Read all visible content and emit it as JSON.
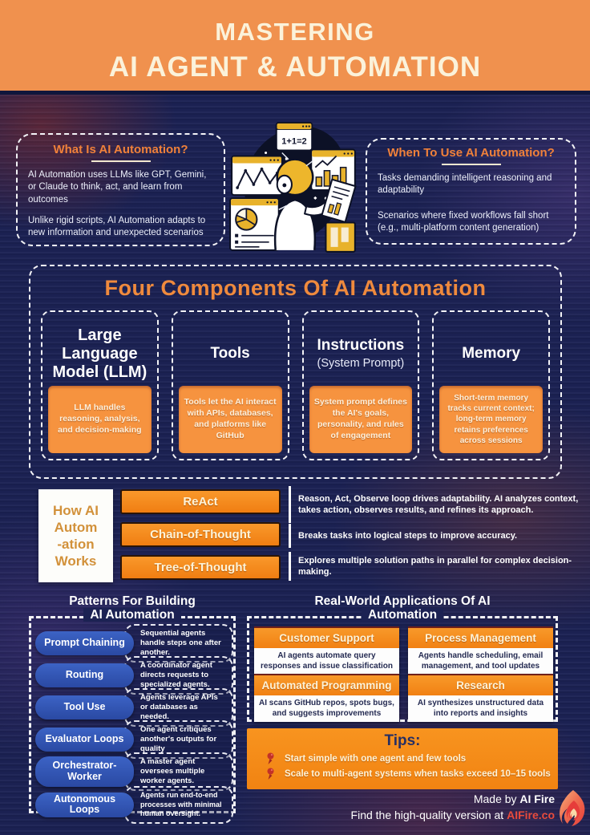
{
  "header": {
    "line1": "MASTERING",
    "line2": "AI AGENT & AUTOMATION"
  },
  "intro": {
    "what": {
      "title": "What Is AI Automation?",
      "p1": "AI Automation uses LLMs like GPT, Gemini, or Claude to think, act, and learn from outcomes",
      "p2": "Unlike rigid scripts, AI Automation adapts to new information and unexpected scenarios"
    },
    "when": {
      "title": "When To Use AI Automation?",
      "p1": "Tasks demanding intelligent reasoning and adaptability",
      "p2": "Scenarios where fixed workflows fall short (e.g., multi-platform content generation)"
    },
    "equation": "1+1=2"
  },
  "components": {
    "title": "Four Components Of AI Automation",
    "items": [
      {
        "name": "Large Language Model (LLM)",
        "subtitle": "",
        "desc": "LLM handles reasoning, analysis, and decision-making"
      },
      {
        "name": "Tools",
        "subtitle": "",
        "desc": "Tools let the AI interact with APIs, databases, and platforms like GitHub"
      },
      {
        "name": "Instructions",
        "subtitle": "(System Prompt)",
        "desc": "System prompt defines the AI's goals, personality, and rules of engagement"
      },
      {
        "name": "Memory",
        "subtitle": "",
        "desc": "Short-term memory tracks current context; long-term memory retains preferences across sessions"
      }
    ]
  },
  "how": {
    "label_lines": [
      "How AI",
      "Autom",
      "-ation",
      "Works"
    ],
    "rows": [
      {
        "method": "ReAct",
        "desc": "Reason, Act, Observe loop drives adaptability. AI analyzes context, takes action, observes results, and refines its approach."
      },
      {
        "method": "Chain-of-Thought",
        "desc": "Breaks tasks into logical steps to improve accuracy."
      },
      {
        "method": "Tree-of-Thought",
        "desc": "Explores multiple solution paths in parallel for complex decision-making."
      }
    ]
  },
  "patterns": {
    "title_line1": "Patterns For Building",
    "title_line2": "AI Automation",
    "items": [
      {
        "name": "Prompt Chaining",
        "desc": "Sequential agents handle steps one after another."
      },
      {
        "name": "Routing",
        "desc": "A coordinator agent directs requests to specialized agents."
      },
      {
        "name": "Tool Use",
        "desc": "Agents leverage APIs or databases as needed."
      },
      {
        "name": "Evaluator Loops",
        "desc": "One agent critiques another's outputs for quality"
      },
      {
        "name": "Orchestrator-Worker",
        "desc": "A master agent oversees multiple worker agents."
      },
      {
        "name": "Autonomous Loops",
        "desc": "Agents run end-to-end processes with minimal human oversight."
      }
    ]
  },
  "applications": {
    "title_line1": "Real-World Applications Of AI",
    "title_line2": "Automation",
    "items": [
      {
        "name": "Customer Support",
        "desc": "AI agents automate query responses and issue classification"
      },
      {
        "name": "Process Management",
        "desc": "Agents handle scheduling, email management, and tool updates"
      },
      {
        "name": "Automated Programming",
        "desc": "AI scans GitHub repos, spots bugs, and suggests improvements"
      },
      {
        "name": "Research",
        "desc": "AI synthesizes unstructured data into reports and insights"
      }
    ]
  },
  "tips": {
    "title": "Tips:",
    "items": [
      "Start simple with one agent and few tools",
      "Scale to multi-agent systems when tasks exceed 10–15 tools"
    ]
  },
  "footer": {
    "made_prefix": "Made by ",
    "brand": "AI Fire",
    "find_prefix": "Find the high-quality version at ",
    "link": "AIFire.co"
  },
  "colors": {
    "header_orange": "#f0914e",
    "accent_orange": "#f6881c",
    "navy": "#1b2152",
    "pill_blue": "#2e55b2",
    "link_red": "#e84b3c",
    "cream": "#fdf3dc"
  }
}
